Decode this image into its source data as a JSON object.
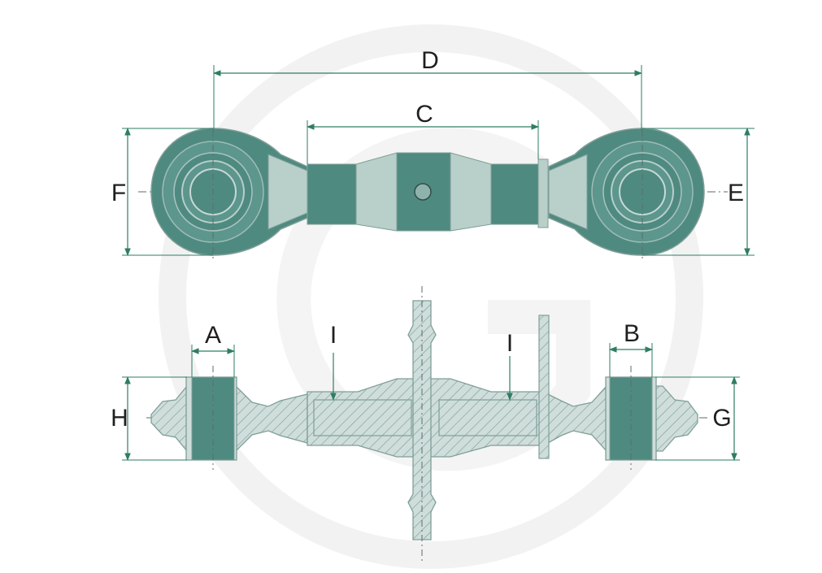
{
  "colors": {
    "part_fill": "#4f8a80",
    "part_light": "#b8cfca",
    "part_mid": "#8fb3ac",
    "outline": "#7f9e98",
    "dimension": "#2e7d64",
    "centerline": "#5a6e6a",
    "watermark": "#f2f2f2"
  },
  "watermark": {
    "icon": "circle-g-watermark"
  },
  "top_view": {
    "dimensions": {
      "D": "D",
      "C": "C",
      "F": "F",
      "E": "E"
    }
  },
  "side_view": {
    "dimensions": {
      "A": "A",
      "B": "B",
      "H": "H",
      "G": "G",
      "I_left": "I",
      "I_right": "I"
    }
  }
}
